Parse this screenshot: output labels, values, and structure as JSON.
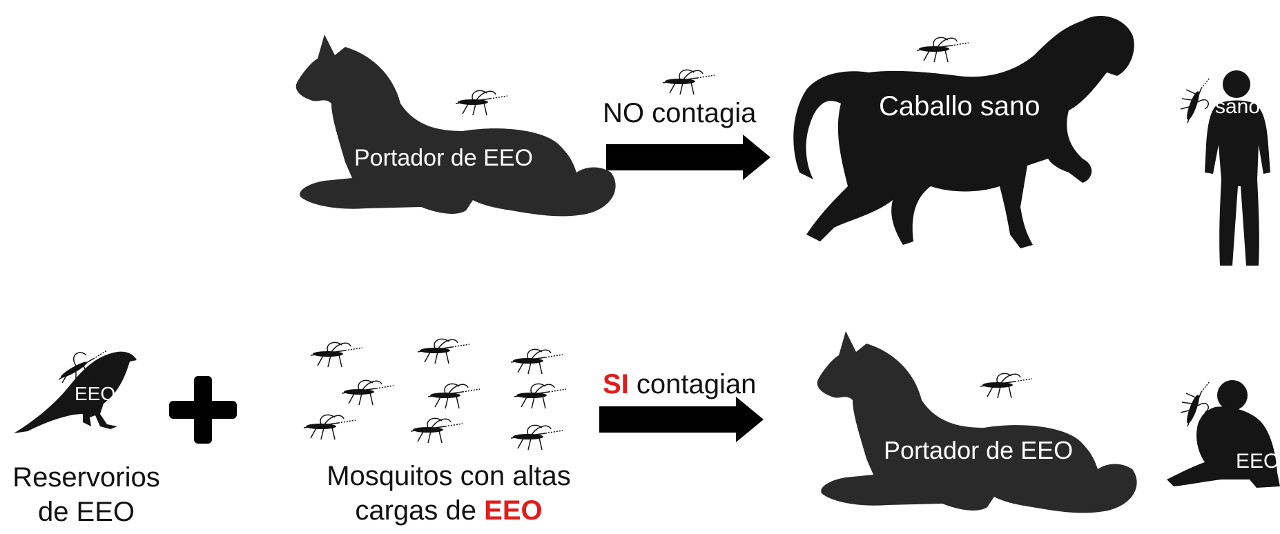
{
  "colors": {
    "silhouette": "#151515",
    "horse_lying": "#2a2a2a",
    "accent": "#e31b1b",
    "label_on_dark": "#ffffff",
    "text": "#111111"
  },
  "top_row": {
    "carrier_label": "Portador de EEO",
    "arrow_label": "NO contagia",
    "healthy_horse_label": "Caballo sano",
    "healthy_person_label": "sano"
  },
  "bottom_row": {
    "bird_label": "EEO",
    "reservoir_line1": "Reservorios",
    "reservoir_line2": "de EEO",
    "mosquitos_line1": "Mosquitos con altas",
    "mosquitos_line2_prefix": "cargas de ",
    "mosquitos_line2_highlight": "EEO",
    "arrow_label_highlight": "SI",
    "arrow_label_rest": " contagian",
    "carrier_label": "Portador de EEO",
    "sick_person_label": "EEO"
  },
  "icons": [
    "horse-lying-icon",
    "horse-standing-icon",
    "person-standing-icon",
    "person-sitting-icon",
    "bird-icon",
    "mosquito-icon",
    "plus-icon",
    "arrow-right-icon"
  ]
}
